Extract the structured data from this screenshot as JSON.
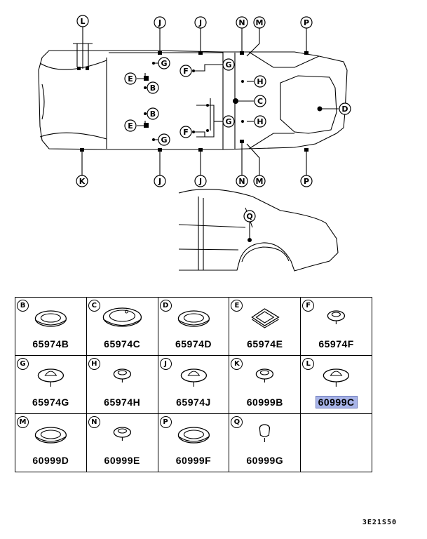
{
  "callouts": {
    "top": [
      "L",
      "J",
      "J",
      "N",
      "M",
      "P"
    ],
    "bottom": [
      "K",
      "J",
      "J",
      "N",
      "M",
      "P"
    ],
    "inside": [
      "G",
      "E",
      "B",
      "F",
      "G",
      "H",
      "C",
      "D",
      "B",
      "E",
      "F",
      "G",
      "H",
      "G"
    ],
    "side": "Q"
  },
  "parts": [
    {
      "letter": "B",
      "part": "65974B",
      "icon": "grommet-ring-icon",
      "highlight": false
    },
    {
      "letter": "C",
      "part": "65974C",
      "icon": "large-plug-icon",
      "highlight": false
    },
    {
      "letter": "D",
      "part": "65974D",
      "icon": "grommet-ring-icon",
      "highlight": false
    },
    {
      "letter": "E",
      "part": "65974E",
      "icon": "square-plug-icon",
      "highlight": false
    },
    {
      "letter": "F",
      "part": "65974F",
      "icon": "small-grommet-icon",
      "highlight": false
    },
    {
      "letter": "G",
      "part": "65974G",
      "icon": "cap-grommet-icon",
      "highlight": false
    },
    {
      "letter": "H",
      "part": "65974H",
      "icon": "small-grommet-icon",
      "highlight": false
    },
    {
      "letter": "J",
      "part": "65974J",
      "icon": "cap-grommet-icon",
      "highlight": false
    },
    {
      "letter": "K",
      "part": "60999B",
      "icon": "small-grommet-icon",
      "highlight": false
    },
    {
      "letter": "L",
      "part": "60999C",
      "icon": "cap-grommet-icon",
      "highlight": true
    },
    {
      "letter": "M",
      "part": "60999D",
      "icon": "grommet-ring-icon",
      "highlight": false
    },
    {
      "letter": "N",
      "part": "60999E",
      "icon": "small-grommet-icon",
      "highlight": false
    },
    {
      "letter": "P",
      "part": "60999F",
      "icon": "grommet-ring-icon",
      "highlight": false
    },
    {
      "letter": "Q",
      "part": "60999G",
      "icon": "tall-plug-icon",
      "highlight": false
    }
  ],
  "ref_code": "3E21S50",
  "highlight_color": "#a8b4e8"
}
